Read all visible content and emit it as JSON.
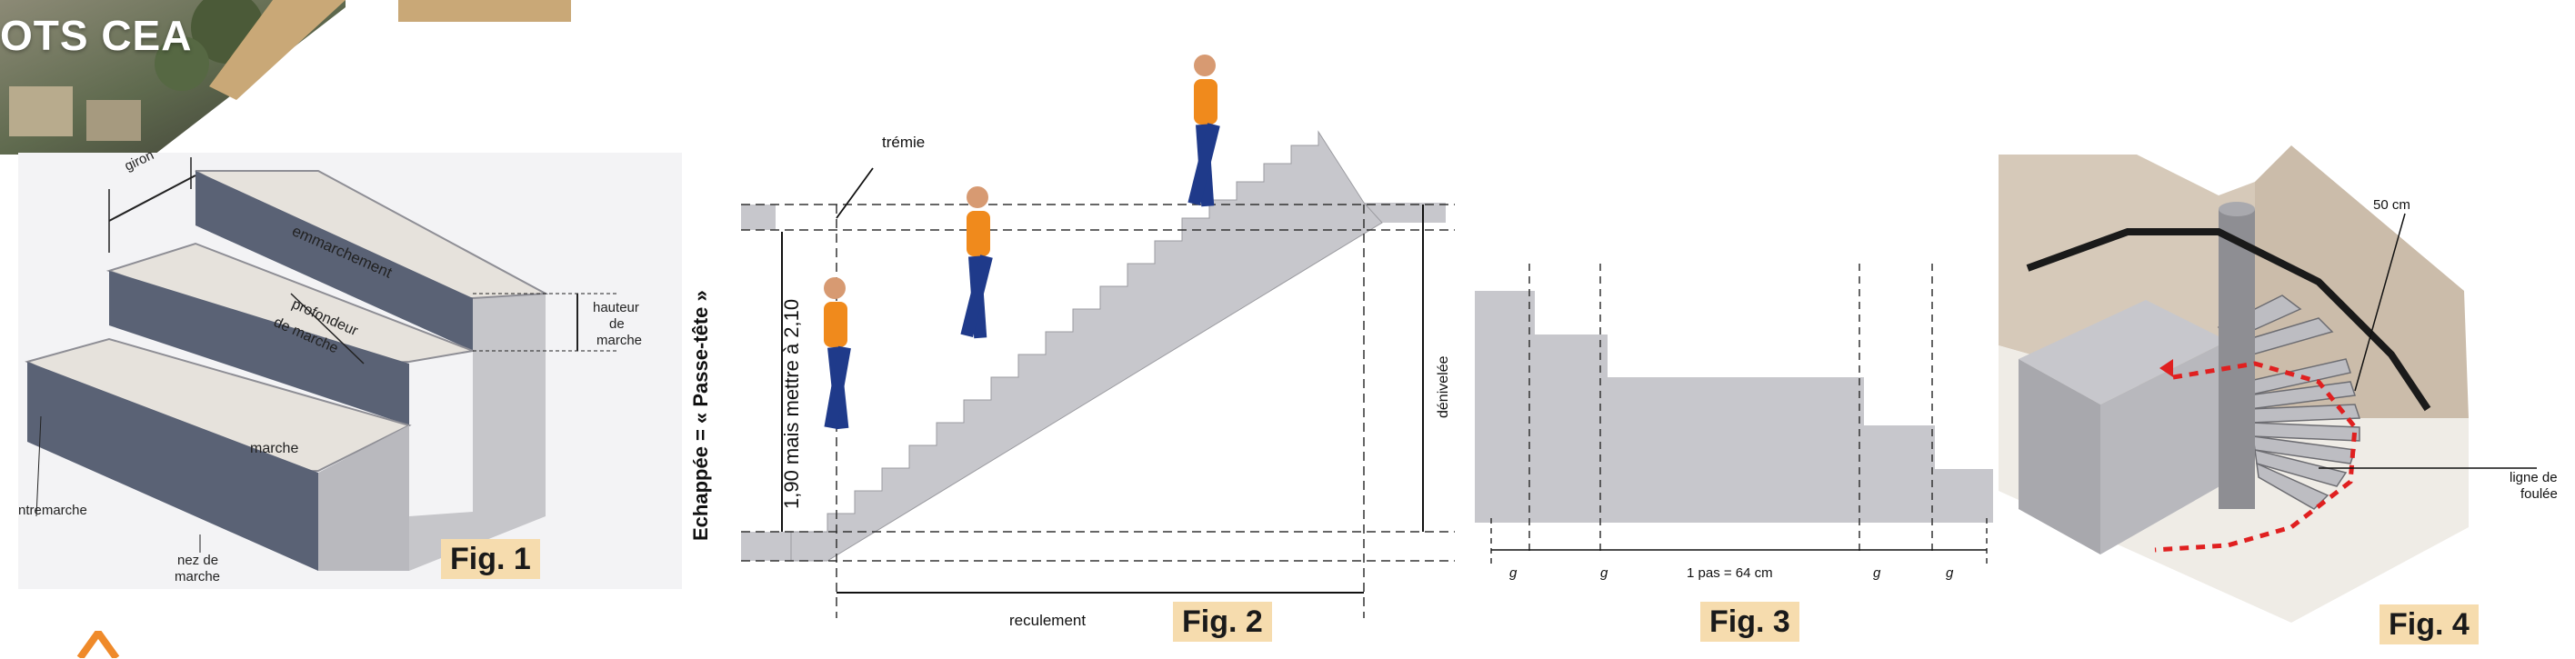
{
  "header": {
    "banner_title": "OTS CEA"
  },
  "fig1": {
    "label": "Fig. 1",
    "labels": {
      "giron": "giron",
      "emmarchement": "emmarchement",
      "profondeur1": "profondeur",
      "profondeur2": "de marche",
      "hauteur1": "hauteur",
      "hauteur2": "de",
      "hauteur3": "marche",
      "marche": "marche",
      "contremarche": "ntremarche",
      "nez1": "nez de",
      "nez2": "marche"
    }
  },
  "fig2": {
    "label": "Fig. 2",
    "labels": {
      "tremie": "trémie",
      "echappee": "Echappée = « Passe-tête »",
      "hauteur": "1,90 mais mettre à 2,10",
      "denivelee": "dénivelée",
      "reculement": "reculement"
    }
  },
  "fig3": {
    "label": "Fig. 3",
    "labels": {
      "g": "g",
      "pas": "1 pas = 64 cm"
    }
  },
  "fig4": {
    "label": "Fig. 4",
    "labels": {
      "cm": "50 cm",
      "ligne1": "ligne de",
      "ligne2": "foulée"
    }
  },
  "colors": {
    "step_top": "#e6e2dc",
    "step_face": "#5a6275",
    "step_side": "#c6c6ca",
    "stair_fill": "#c7c7cc",
    "shirt": "#f08a1c",
    "pants": "#1f3a8a",
    "figlabel_bg": "#f6dcae",
    "banner_tan": "#c9a877"
  }
}
